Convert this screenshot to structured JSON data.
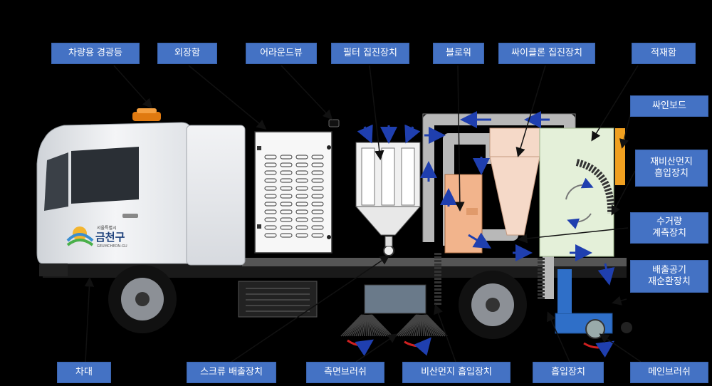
{
  "labels": {
    "beacon": "차량용 경광등",
    "housing": "외장함",
    "around_view": "어라운드뷰",
    "filter_collector": "필터 집진장치",
    "blower": "블로워",
    "cyclone": "싸이클론 집진장치",
    "hopper": "적재함",
    "sign_board": "싸인보드",
    "resuspended_dust_line1": "재비산먼지",
    "resuspended_dust_line2": "흡입장치",
    "collection_line1": "수거량",
    "collection_line2": "계측장치",
    "exhaust_line1": "배출공기",
    "exhaust_line2": "재순환장치",
    "chassis": "차대",
    "screw_discharge": "스크류 배출장치",
    "side_brush": "측면브러쉬",
    "fugitive_dust": "비산먼지 흡입장치",
    "suction": "흡입장치",
    "main_brush": "메인브러쉬"
  },
  "truck_logo": {
    "small": "서울특별시",
    "name": "금천구",
    "sub": "GEUMCHEON-GU"
  },
  "colors": {
    "label_bg": "#4472C4",
    "arrow": "#1F3FAF",
    "pipe": "#B8B8B8",
    "cyclone": "#F5D9C8",
    "hopper": "#E4F0D9",
    "blower": "#F2B48C",
    "sign": "#F0A020",
    "beacon": "#E07A10",
    "brush_arrow": "#D02020"
  }
}
